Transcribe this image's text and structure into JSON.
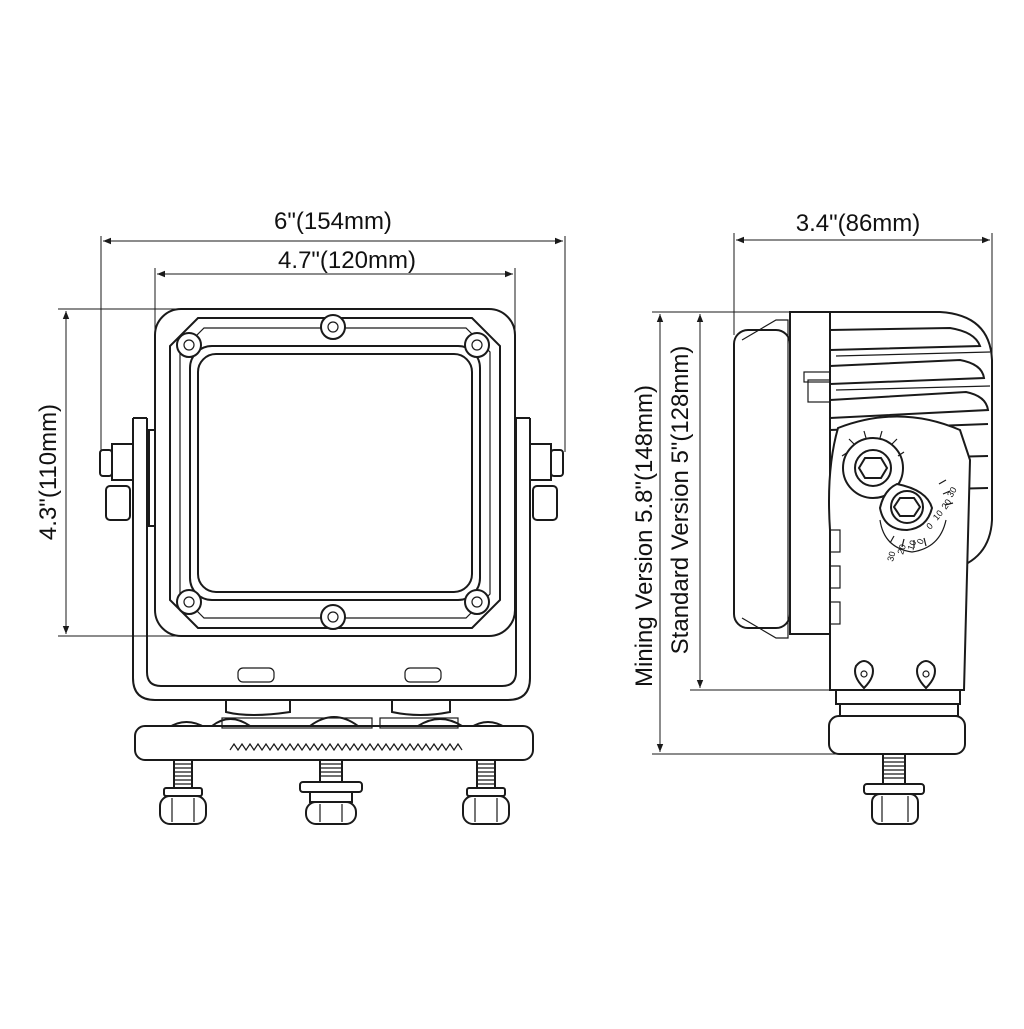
{
  "dimensions": {
    "front_overall_width": "6\"(154mm)",
    "front_lens_width": "4.7\"(120mm)",
    "front_height": "4.3\"(110mm)",
    "side_depth": "3.4\"(86mm)",
    "mining_height": "Mining Version 5.8\"(148mm)",
    "standard_height": "Standard Version 5\"(128mm)"
  },
  "angle_scale": {
    "upper": [
      "30",
      "20",
      "10",
      "0"
    ],
    "lower": [
      "0",
      "10",
      "20",
      "30"
    ]
  }
}
